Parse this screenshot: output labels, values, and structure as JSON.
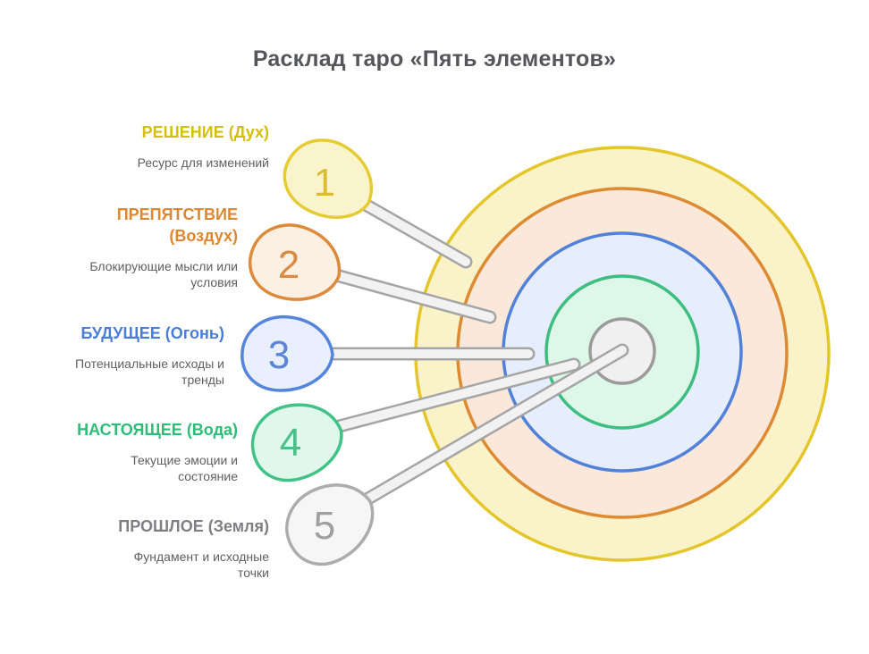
{
  "title": "Расклад таро «Пять элементов»",
  "title_color": "#55565a",
  "cards": [
    {
      "number": "1",
      "label": "РЕШЕНИЕ (Дух)",
      "desc": "Ресурс для изменений",
      "accent": "#d4be10",
      "blob_stroke": "#e5cc35",
      "blob_fill": "#faf4cc",
      "number_color": "#d9be33"
    },
    {
      "number": "2",
      "label": "ПРЕПЯТСТВИЕ (Воздух)",
      "desc": "Блокирующие мысли или условия",
      "accent": "#de8630",
      "blob_stroke": "#dc8a3c",
      "blob_fill": "#fcf0e3",
      "number_color": "#d98b44"
    },
    {
      "number": "3",
      "label": "БУДУЩЕЕ (Огонь)",
      "desc": "Потенциальные исходы и тренды",
      "accent": "#4a7cd9",
      "blob_stroke": "#5585db",
      "blob_fill": "#e9effc",
      "number_color": "#5c85d6"
    },
    {
      "number": "4",
      "label": "НАСТОЯЩЕЕ (Вода)",
      "desc": "Текущие эмоции и состояние",
      "accent": "#2ebd78",
      "blob_stroke": "#41c287",
      "blob_fill": "#dff8eb",
      "number_color": "#4cbe8a"
    },
    {
      "number": "5",
      "label": "ПРОШЛОЕ (Земля)",
      "desc": "Фундамент и исходные точки",
      "accent": "#7e7f83",
      "blob_stroke": "#acacac",
      "blob_fill": "#f6f6f6",
      "number_color": "#9fa0a2"
    }
  ],
  "target_rings": [
    {
      "ring": "outer",
      "stroke": "#e2c62a",
      "fill": "#faf3c9"
    },
    {
      "ring": "second",
      "stroke": "#dd8a33",
      "fill": "#fae9da"
    },
    {
      "ring": "third",
      "stroke": "#5181d8",
      "fill": "#e6edfb"
    },
    {
      "ring": "fourth",
      "stroke": "#3dbd80",
      "fill": "#ddf7e9"
    },
    {
      "ring": "center",
      "stroke": "#9b9b9b",
      "fill": "#f0f0f0"
    }
  ],
  "stick_colors": {
    "outline": "#a5a5a5",
    "fill": "#f2f2f2"
  }
}
